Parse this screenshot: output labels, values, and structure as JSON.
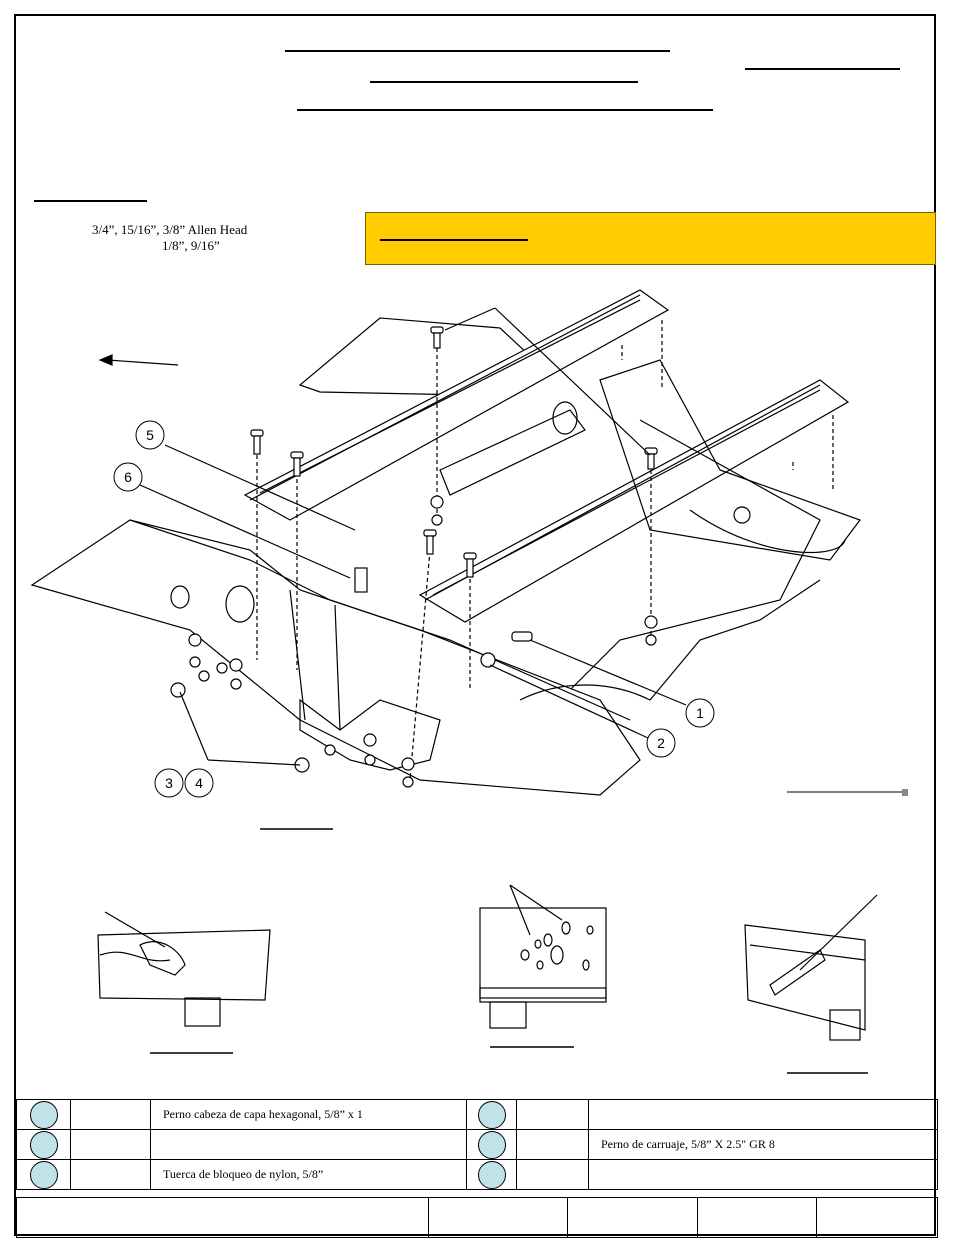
{
  "tools": {
    "line1": "3/4”, 15/16”, 3/8” Allen Head",
    "line2": "1/8”,  9/16”"
  },
  "callouts": [
    "1",
    "2",
    "3",
    "4",
    "5",
    "6"
  ],
  "parts": [
    {
      "left": "Perno cabeza de capa hexagonal, 5/8” x 1",
      "right": ""
    },
    {
      "left": "",
      "right": "Perno de carruaje, 5/8” X 2.5\" GR  8"
    },
    {
      "left": "Tuerca de bloqueo de nylon, 5/8”",
      "right": ""
    }
  ],
  "colors": {
    "warning": "#ffcc00",
    "part_circle": "#bfe3e6"
  }
}
